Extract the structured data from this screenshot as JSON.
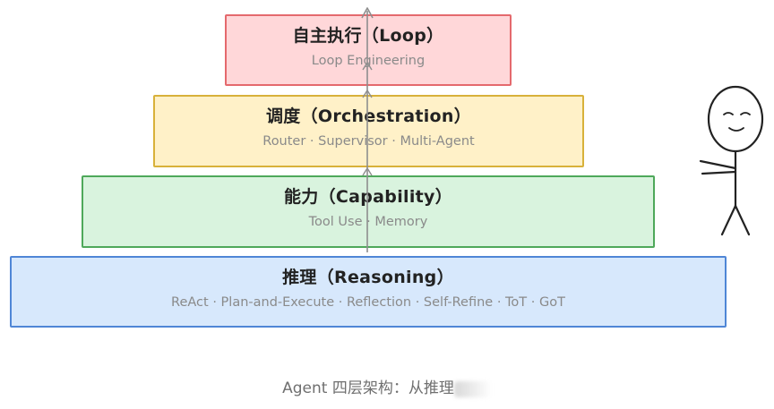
{
  "layers": [
    {
      "id": "loop",
      "title": "自主执行（Loop）",
      "subtitle": "Loop Engineering",
      "fill": "#ffd7d9",
      "border": "#e4696d"
    },
    {
      "id": "orchestration",
      "title": "调度（Orchestration）",
      "subtitle": "Router · Supervisor · Multi-Agent",
      "fill": "#fff1c8",
      "border": "#d8b13a"
    },
    {
      "id": "capability",
      "title": "能力（Capability）",
      "subtitle": "Tool Use · Memory",
      "fill": "#d9f3de",
      "border": "#4ea85a"
    },
    {
      "id": "reasoning",
      "title": "推理（Reasoning）",
      "subtitle": "ReAct · Plan-and-Execute · Reflection · Self-Refine · ToT · GoT",
      "fill": "#d7e8fc",
      "border": "#4f86d6"
    }
  ],
  "caption": "Agent 四层架构：从推理",
  "icons": [
    "up-arrow-icon",
    "stick-figure-icon"
  ]
}
